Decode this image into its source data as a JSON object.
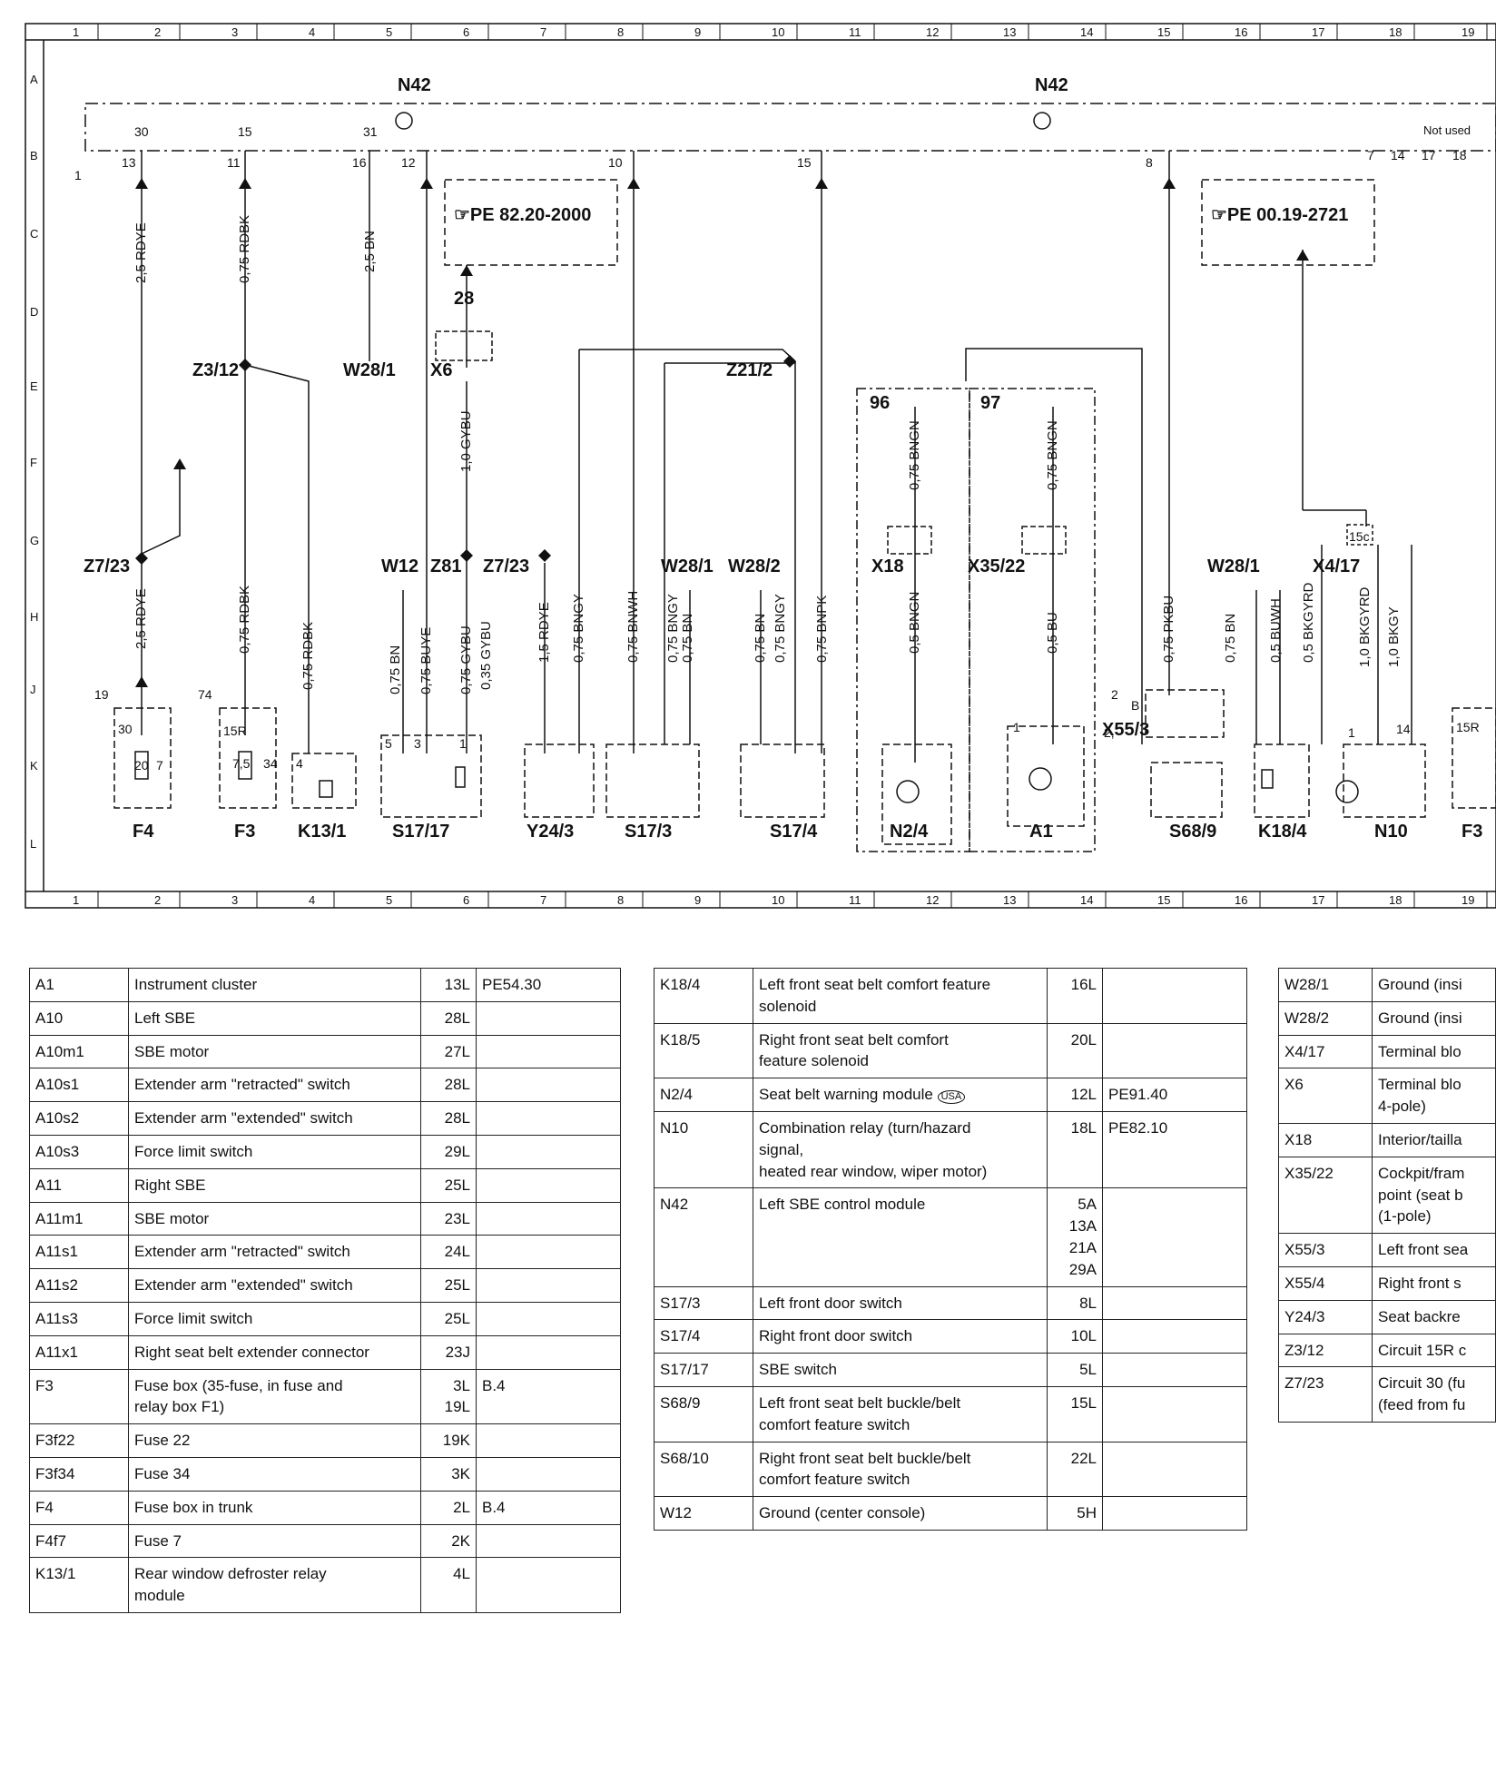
{
  "diagram": {
    "columns": [
      "1",
      "2",
      "3",
      "4",
      "5",
      "6",
      "7",
      "8",
      "9",
      "10",
      "11",
      "12",
      "13",
      "14",
      "15",
      "16",
      "17",
      "18",
      "19"
    ],
    "rows": [
      "A",
      "B",
      "C",
      "D",
      "E",
      "F",
      "G",
      "H",
      "J",
      "K",
      "L"
    ],
    "components_top": [
      "N42",
      "N42"
    ],
    "pe_refs": [
      "☞PE 82.20-2000",
      "☞PE 00.19-2721"
    ],
    "not_used": "Not used",
    "pin_numbers_top": [
      "13",
      "30",
      "11",
      "15",
      "16",
      "31",
      "12",
      "10",
      "15",
      "8",
      "7",
      "14",
      "17",
      "18",
      "1"
    ],
    "wires": [
      "2,5 RDYE",
      "0,75 RDBK",
      "2,5 BN",
      "28",
      "1,0 GYBU",
      "2,5 RDYE",
      "0,75 RDBK",
      "0,75 RDBK",
      "0,75 BN",
      "0,75 BUYE",
      "0,75 GYBU",
      "0,35 GYBU",
      "1,5 RDYE",
      "0,75 BNGY",
      "0,75 BNWH",
      "0,75 BNGY",
      "0,75 BN",
      "0,75 BN",
      "0,75 BNGY",
      "0,75 BNPK",
      "0,75 BNGN",
      "0,5 BNGN",
      "0,75 BNGN",
      "0,5 BU",
      "0,75 PKBU",
      "0,75 BN",
      "0,5 BUWH",
      "0,5 BKGYRD",
      "1,0 BKGYRD",
      "1,0 BKGY"
    ],
    "connectors": [
      "Z3/12",
      "W28/1",
      "X6",
      "Z21/2",
      "Z7/23",
      "W12",
      "Z81",
      "Z7/23",
      "W28/1",
      "W28/2",
      "X18",
      "X35/22",
      "W28/1",
      "X4/17",
      "X55/3"
    ],
    "refs": [
      "96",
      "97"
    ],
    "bottom_components": [
      "F4",
      "F3",
      "K13/1",
      "S17/17",
      "Y24/3",
      "S17/3",
      "S17/4",
      "N2/4",
      "A1",
      "S68/9",
      "K18/4",
      "N10",
      "F3"
    ],
    "small_pins": [
      "19",
      "74",
      "30",
      "20",
      "7",
      "15R",
      "7,5",
      "34",
      "4",
      "5",
      "3",
      "1",
      "2",
      "B",
      "15c",
      "14",
      "2,",
      "15R",
      "1",
      "1"
    ]
  },
  "table1": [
    {
      "code": "A1",
      "desc": "Instrument cluster",
      "loc": "13L",
      "ref": "PE54.30"
    },
    {
      "code": "A10",
      "desc": "Left SBE",
      "loc": "28L",
      "ref": ""
    },
    {
      "code": "A10m1",
      "desc": "SBE motor",
      "loc": "27L",
      "ref": ""
    },
    {
      "code": "A10s1",
      "desc": "Extender arm \"retracted\" switch",
      "loc": "28L",
      "ref": ""
    },
    {
      "code": "A10s2",
      "desc": "Extender arm \"extended\" switch",
      "loc": "28L",
      "ref": ""
    },
    {
      "code": "A10s3",
      "desc": "Force limit switch",
      "loc": "29L",
      "ref": ""
    },
    {
      "code": "A11",
      "desc": "Right SBE",
      "loc": "25L",
      "ref": ""
    },
    {
      "code": "A11m1",
      "desc": "SBE motor",
      "loc": "23L",
      "ref": ""
    },
    {
      "code": "A11s1",
      "desc": "Extender arm \"retracted\" switch",
      "loc": "24L",
      "ref": ""
    },
    {
      "code": "A11s2",
      "desc": "Extender arm \"extended\" switch",
      "loc": "25L",
      "ref": ""
    },
    {
      "code": "A11s3",
      "desc": "Force limit switch",
      "loc": "25L",
      "ref": ""
    },
    {
      "code": "A11x1",
      "desc": "Right seat belt extender connector",
      "loc": "23J",
      "ref": ""
    },
    {
      "code": "F3",
      "desc": "Fuse box (35-fuse, in fuse and\nrelay box F1)",
      "loc": "3L\n19L",
      "ref": "B.4"
    },
    {
      "code": "F3f22",
      "desc": "Fuse 22",
      "loc": "19K",
      "ref": ""
    },
    {
      "code": "F3f34",
      "desc": "Fuse 34",
      "loc": "3K",
      "ref": ""
    },
    {
      "code": "F4",
      "desc": "Fuse box in trunk",
      "loc": "2L",
      "ref": "B.4"
    },
    {
      "code": "F4f7",
      "desc": "Fuse 7",
      "loc": "2K",
      "ref": ""
    },
    {
      "code": "K13/1",
      "desc": "Rear window defroster relay\nmodule",
      "loc": "4L",
      "ref": ""
    }
  ],
  "table2": [
    {
      "code": "K18/4",
      "desc": "Left front seat belt comfort feature\nsolenoid",
      "loc": "16L",
      "ref": ""
    },
    {
      "code": "K18/5",
      "desc": "Right front seat belt comfort\nfeature solenoid",
      "loc": "20L",
      "ref": ""
    },
    {
      "code": "N2/4",
      "desc": "Seat belt warning module",
      "badge": "USA",
      "loc": "12L",
      "ref": "PE91.40"
    },
    {
      "code": "N10",
      "desc": "Combination relay (turn/hazard\nsignal,\nheated rear window, wiper motor)",
      "loc": "18L",
      "ref": "PE82.10"
    },
    {
      "code": "N42",
      "desc": "Left SBE control module",
      "loc": "5A\n13A\n21A\n29A",
      "ref": ""
    },
    {
      "code": "S17/3",
      "desc": "Left front door switch",
      "loc": "8L",
      "ref": ""
    },
    {
      "code": "S17/4",
      "desc": "Right front door switch",
      "loc": "10L",
      "ref": ""
    },
    {
      "code": "S17/17",
      "desc": "SBE switch",
      "loc": "5L",
      "ref": ""
    },
    {
      "code": "S68/9",
      "desc": "Left front seat belt buckle/belt\ncomfort feature switch",
      "loc": "15L",
      "ref": ""
    },
    {
      "code": "S68/10",
      "desc": "Right front seat belt buckle/belt\ncomfort feature switch",
      "loc": "22L",
      "ref": ""
    },
    {
      "code": "W12",
      "desc": "Ground (center console)",
      "loc": "5H",
      "ref": ""
    }
  ],
  "table3": [
    {
      "code": "W28/1",
      "desc": "Ground (insi"
    },
    {
      "code": "W28/2",
      "desc": "Ground (insi"
    },
    {
      "code": "X4/17",
      "desc": "Terminal blo"
    },
    {
      "code": "X6",
      "desc": "Terminal blo\n4-pole)"
    },
    {
      "code": "X18",
      "desc": "Interior/tailla"
    },
    {
      "code": "X35/22",
      "desc": "Cockpit/fram\npoint (seat b\n(1-pole)"
    },
    {
      "code": "X55/3",
      "desc": "Left front sea"
    },
    {
      "code": "X55/4",
      "desc": "Right front s"
    },
    {
      "code": "Y24/3",
      "desc": "Seat backre"
    },
    {
      "code": "Z3/12",
      "desc": "Circuit 15R c"
    },
    {
      "code": "Z7/23",
      "desc": "Circuit 30 (fu\n(feed from fu"
    }
  ]
}
